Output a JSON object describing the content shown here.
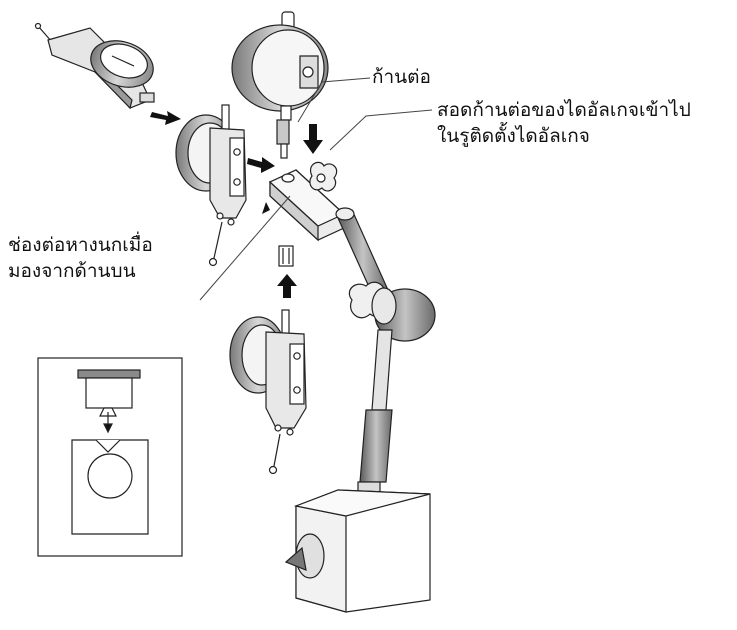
{
  "labels": {
    "stem": "ก้านต่อ",
    "insert_line1": "สอดก้านต่อของไดอัลเกจเข้าไป",
    "insert_line2": "ในรูติดตั้งไดอัลเกจ",
    "dovetail_line1": "ช่องต่อหางนกเมื่อ",
    "dovetail_line2": "มองจากด้านบน"
  },
  "colors": {
    "line": "#222222",
    "fill": "#ffffff",
    "shade": "#bdbdbd",
    "dark": "#6e6e6e",
    "arrow": "#111111"
  }
}
